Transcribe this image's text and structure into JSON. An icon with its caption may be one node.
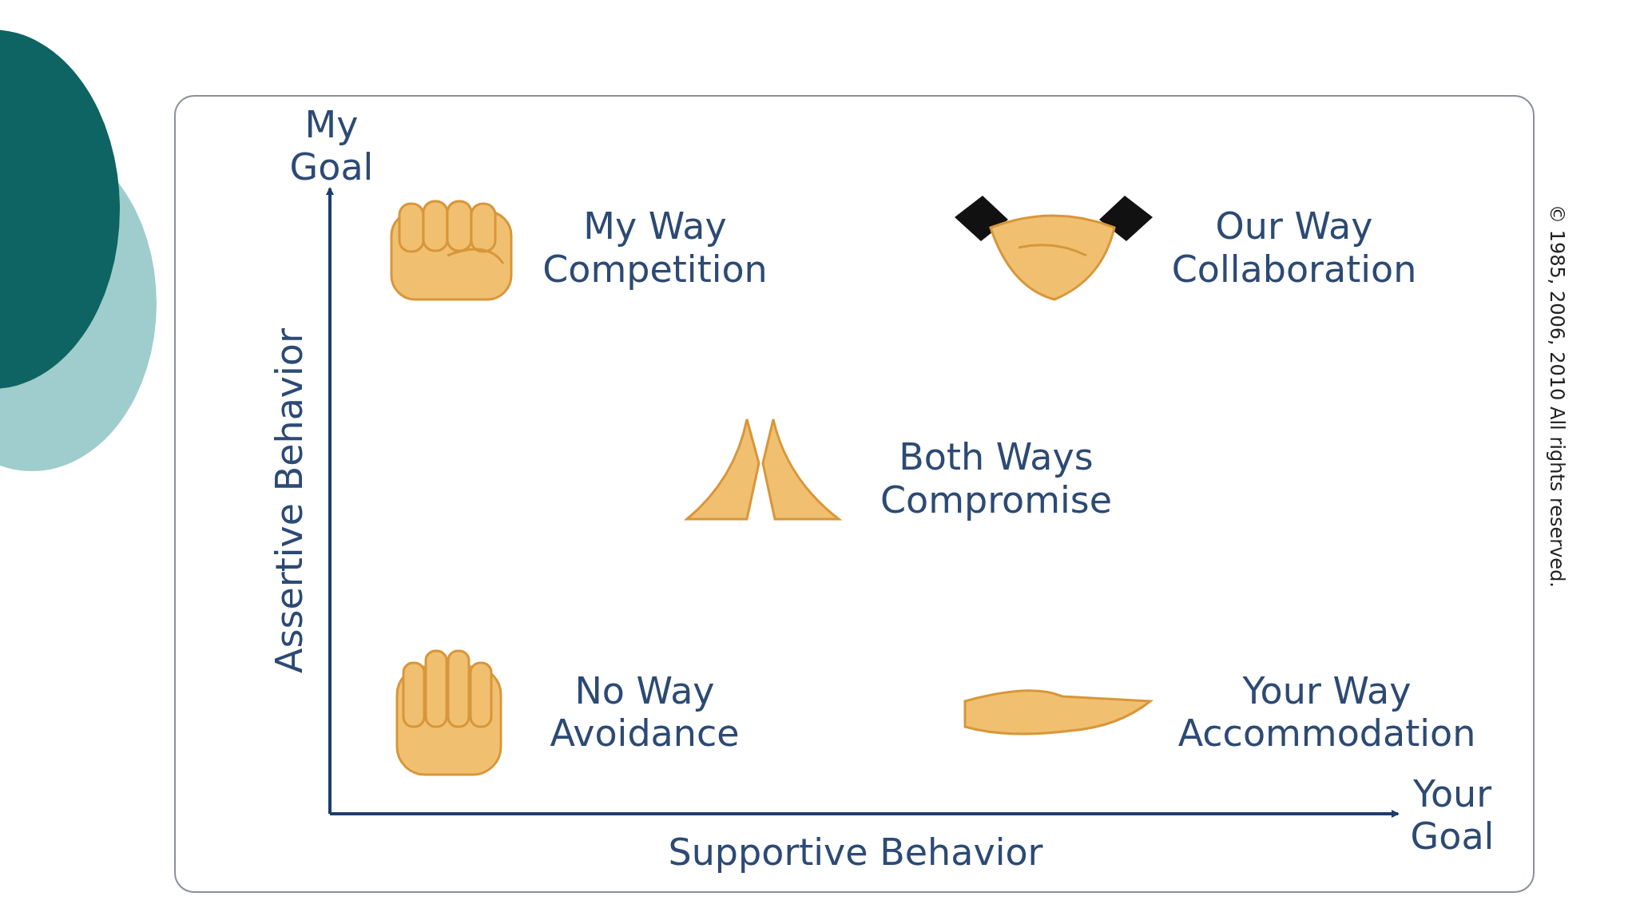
{
  "diagram": {
    "labels": [
      "My Goal",
      "My Way",
      "Competition",
      "Our Way",
      "Collaboration",
      "© 1985, 2006, 2010 All rights reserved.",
      "Assertive Behavior",
      "Both Ways",
      "Compromise",
      "No Way",
      "Avoidance",
      "Your Way",
      "Accommodation",
      "Your Goal",
      "Supportive Behavior"
    ]
  }
}
